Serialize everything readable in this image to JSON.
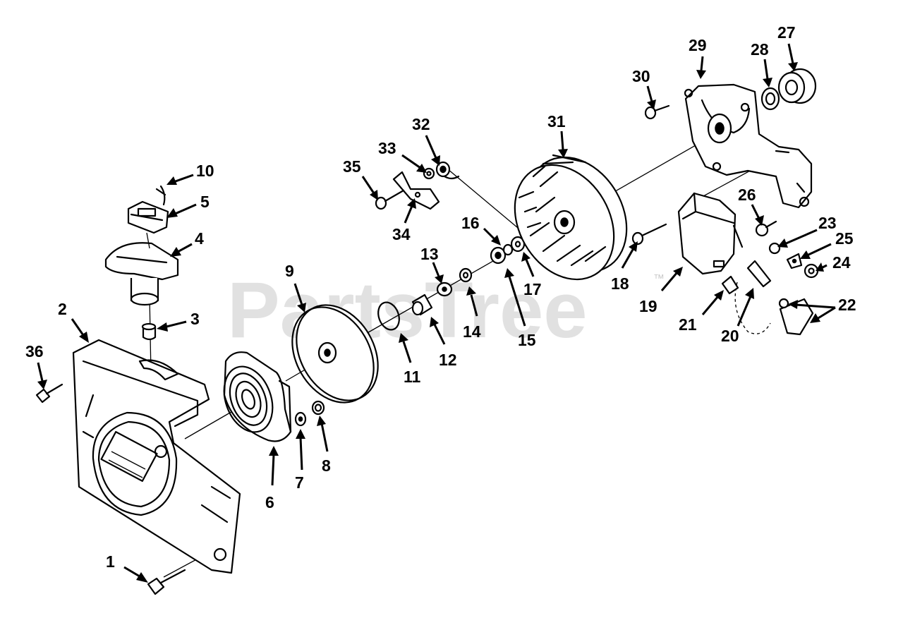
{
  "watermark": {
    "text": "PartsTree",
    "tm": "™"
  },
  "callouts": [
    "1",
    "2",
    "3",
    "4",
    "5",
    "6",
    "7",
    "8",
    "9",
    "10",
    "11",
    "12",
    "13",
    "14",
    "15",
    "16",
    "17",
    "18",
    "19",
    "20",
    "21",
    "22",
    "23",
    "24",
    "25",
    "26",
    "27",
    "28",
    "29",
    "30",
    "31",
    "32",
    "33",
    "34",
    "35",
    "36"
  ]
}
